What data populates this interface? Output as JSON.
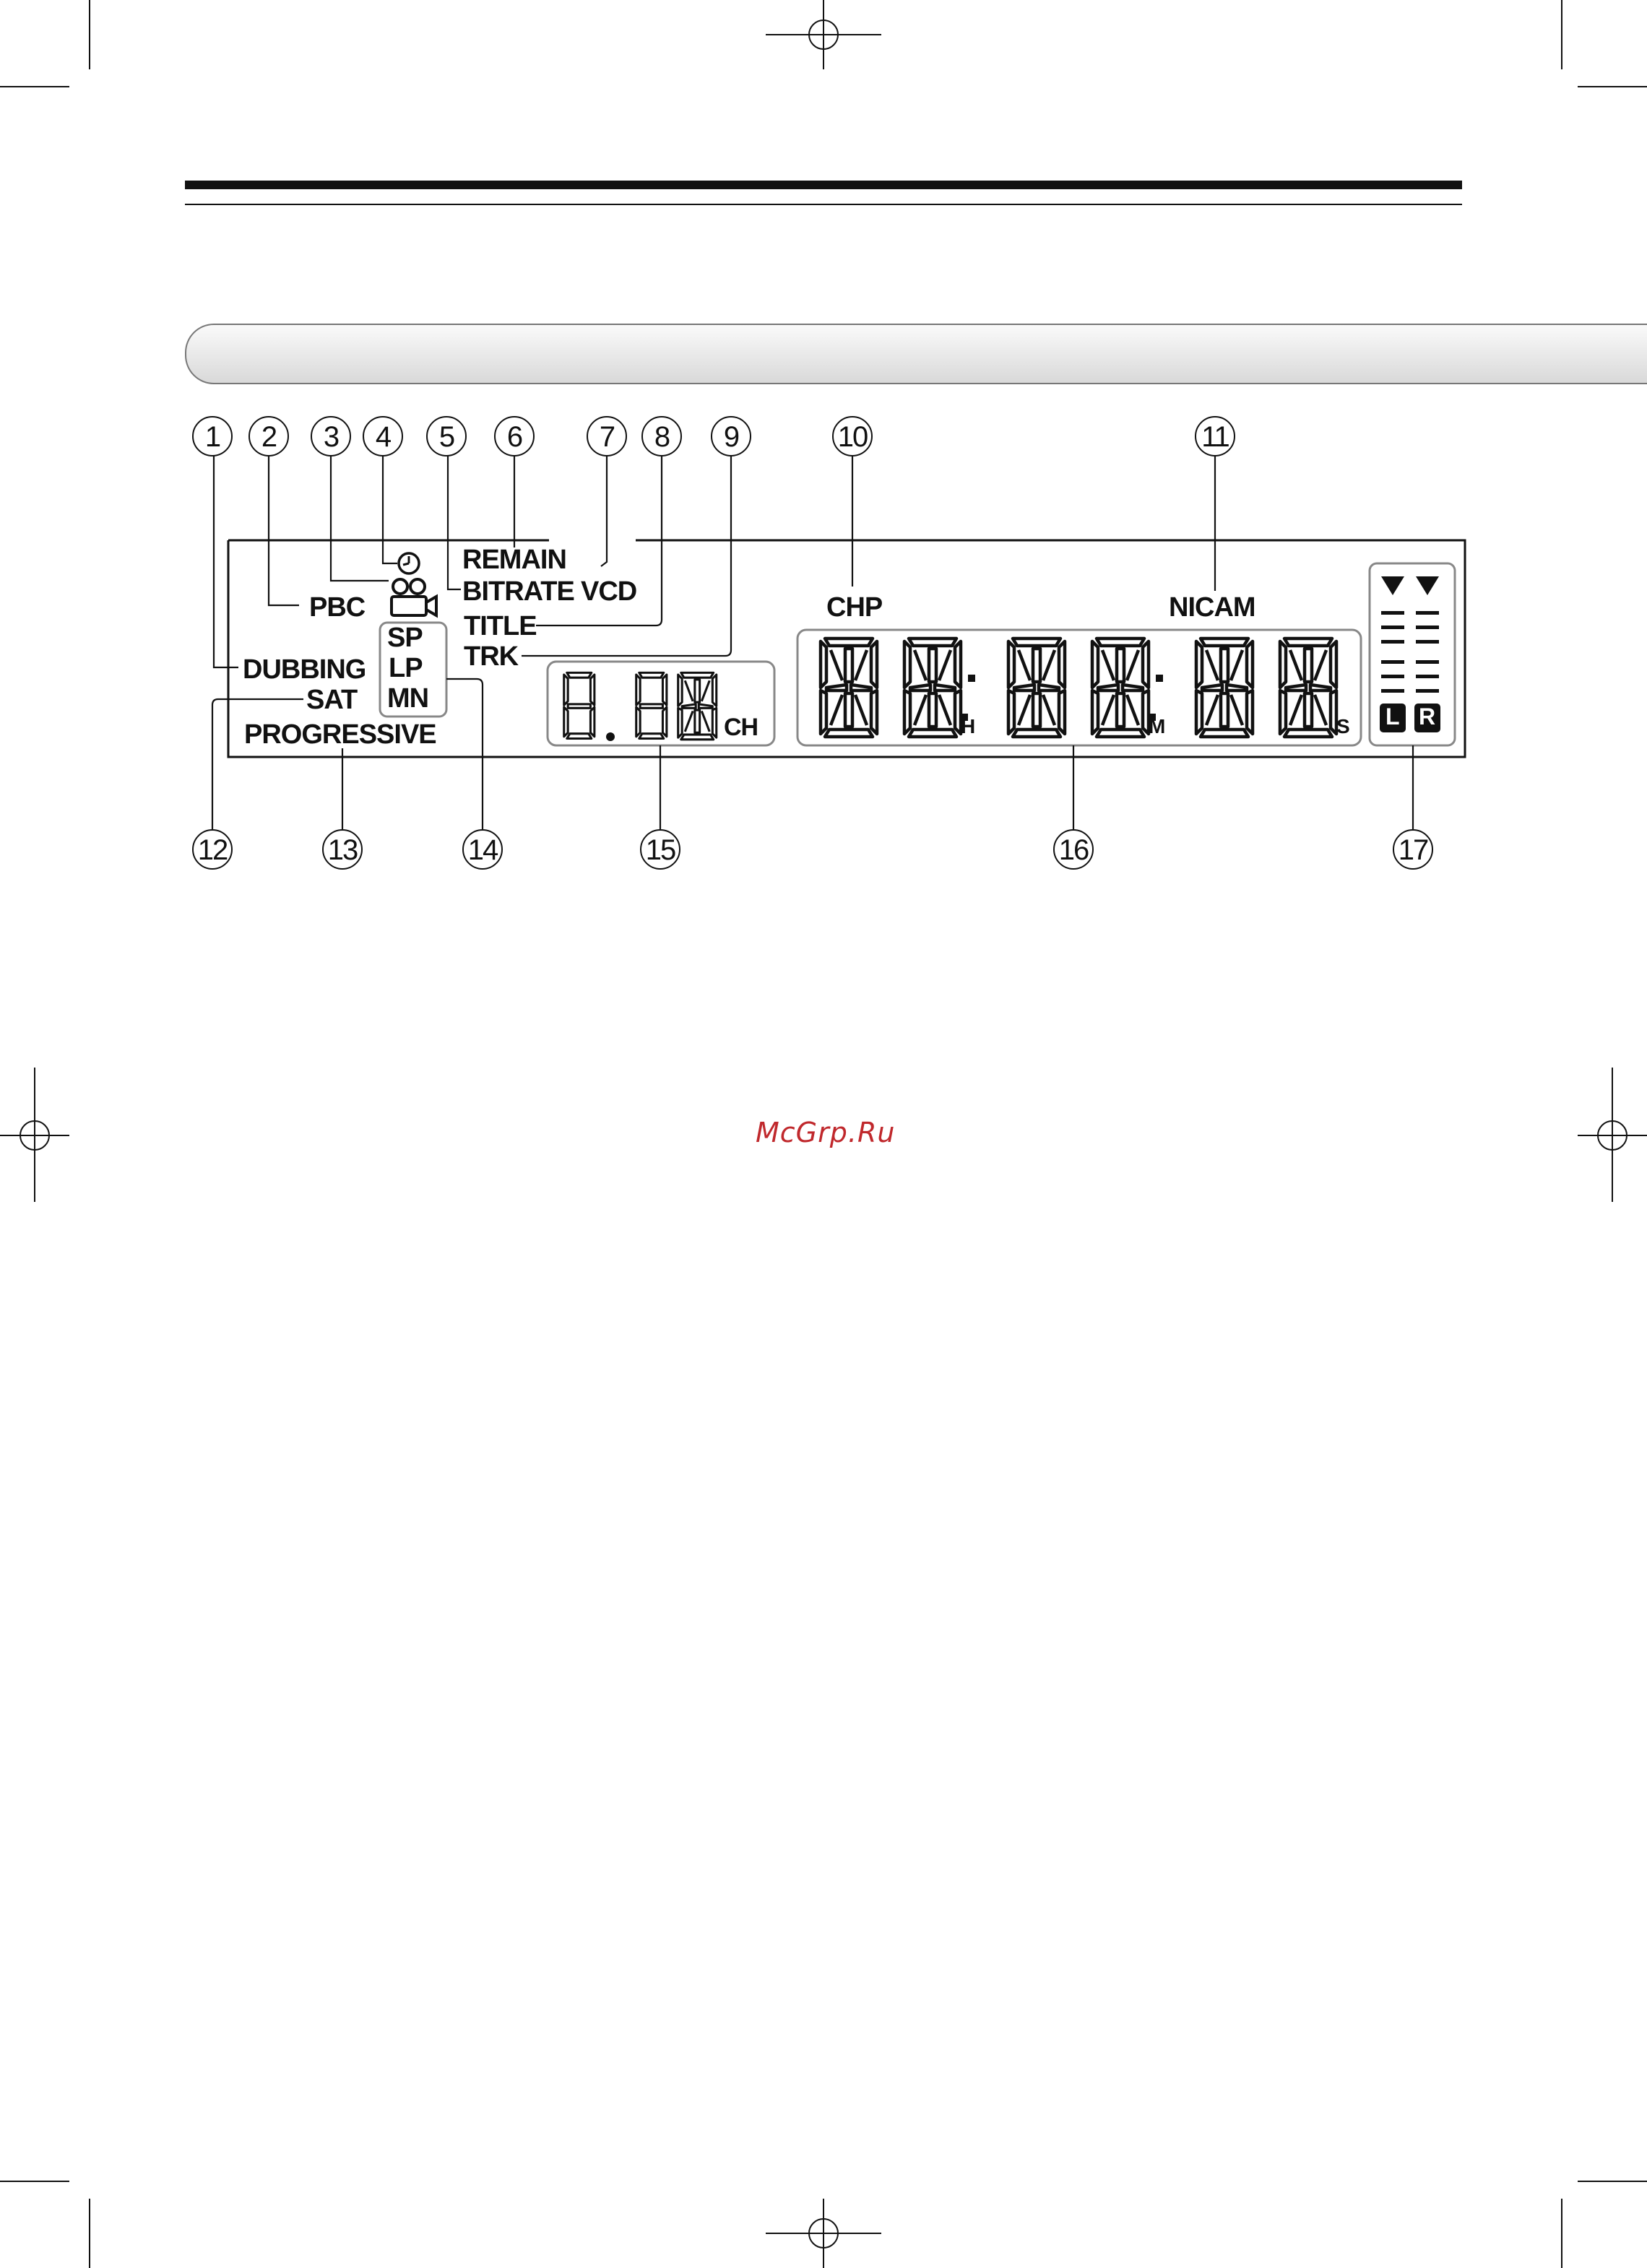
{
  "watermark": "McGrp.Ru",
  "display": {
    "labels": {
      "remain": "REMAIN",
      "bitrate": "BITRATE",
      "vcd": "VCD",
      "pbc": "PBC",
      "title": "TITLE",
      "trk": "TRK",
      "dubbing": "DUBBING",
      "sat": "SAT",
      "progressive": "PROGRESSIVE",
      "sp": "SP",
      "lp": "LP",
      "mn": "MN",
      "chp": "CHP",
      "nicam": "NICAM",
      "ch": "CH",
      "h": "H",
      "m": "M",
      "s": "S",
      "l": "L",
      "r": "R"
    }
  },
  "callouts": [
    "1",
    "2",
    "3",
    "4",
    "5",
    "6",
    "7",
    "8",
    "9",
    "10",
    "11",
    "12",
    "13",
    "14",
    "15",
    "16",
    "17"
  ],
  "icons": {
    "clock": "clock-icon",
    "camera": "camera-icon",
    "level_arrows": "triangle-down-icon"
  }
}
